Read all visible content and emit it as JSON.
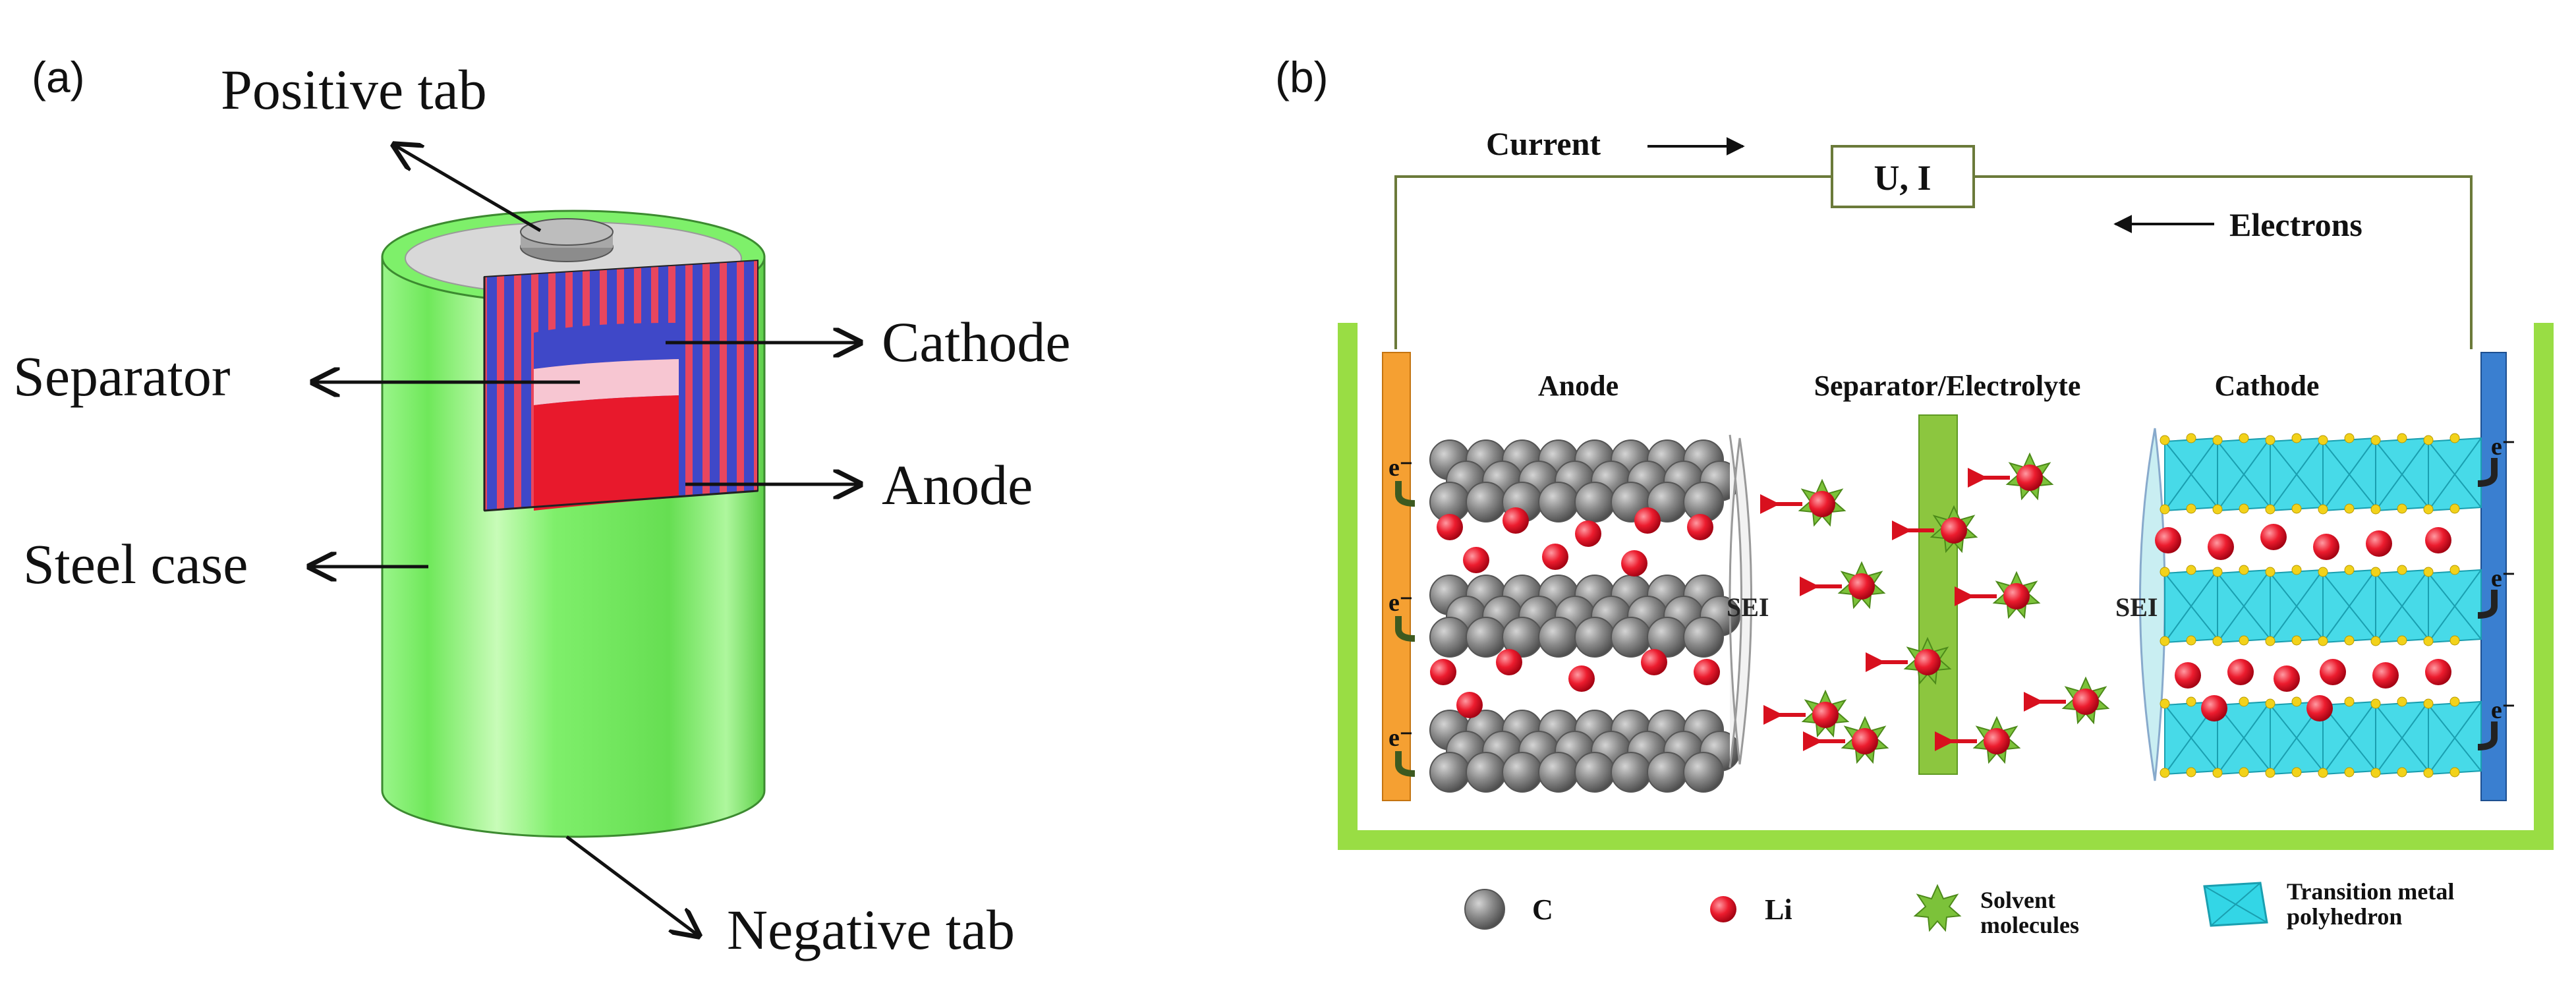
{
  "panel_a": {
    "panel_label": "(a)",
    "labels": {
      "positive_tab": "Positive tab",
      "cathode": "Cathode",
      "separator": "Separator",
      "anode": "Anode",
      "steel_case": "Steel case",
      "negative_tab": "Negative tab"
    },
    "colors": {
      "case": "#7ef06a",
      "cathode": "#3f48c8",
      "separator": "#f4b6c6",
      "anode": "#e8192c",
      "tab": "#9a9a9a"
    }
  },
  "panel_b": {
    "panel_label": "(b)",
    "current_label": "Current",
    "meter_label": "U, I",
    "electrons_label": "Electrons",
    "anode_label": "Anode",
    "separator_label": "Separator/Electrolyte",
    "cathode_label": "Cathode",
    "sei_label": "SEI",
    "electron_symbol": "e⁻",
    "legend": [
      {
        "icon": "carbon-atom",
        "label": "C"
      },
      {
        "icon": "lithium-ion",
        "label": "Li"
      },
      {
        "icon": "solvent-molecule",
        "label": "Solvent molecules"
      },
      {
        "icon": "polyhedron",
        "label": "Transition metal polyhedron"
      }
    ],
    "colors": {
      "container": "#99dd44",
      "anode_collector": "#f5a032",
      "cathode_collector": "#3a7fd0",
      "separator": "#8cc63f",
      "carbon": "#808080",
      "lithium": "#e8182c",
      "polyhedron": "#33d6e6",
      "wire": "#6b7a3a"
    }
  }
}
